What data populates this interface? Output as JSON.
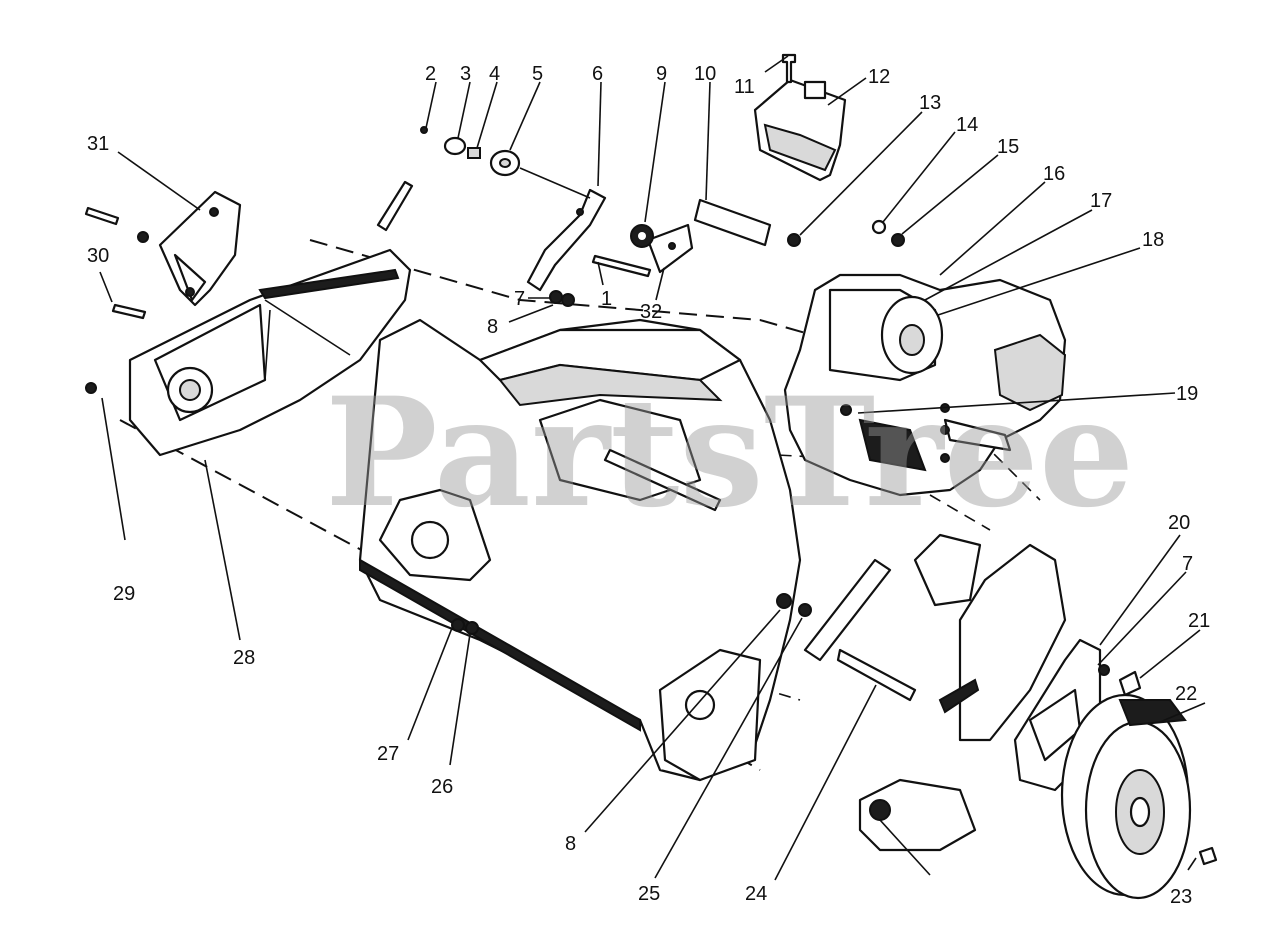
{
  "diagram": {
    "watermark": "PartsTree",
    "callouts": {
      "c1": "1",
      "c2": "2",
      "c3": "3",
      "c4": "4",
      "c5": "5",
      "c6": "6",
      "c7a": "7",
      "c7b": "7",
      "c8a": "8",
      "c8b": "8",
      "c9": "9",
      "c10": "10",
      "c11": "11",
      "c12": "12",
      "c13": "13",
      "c14": "14",
      "c15": "15",
      "c16": "16",
      "c17": "17",
      "c18": "18",
      "c19": "19",
      "c20": "20",
      "c21": "21",
      "c22": "22",
      "c23": "23",
      "c24": "24",
      "c25": "25",
      "c26": "26",
      "c27": "27",
      "c28": "28",
      "c29": "29",
      "c30": "30",
      "c31": "31",
      "c32": "32"
    }
  }
}
